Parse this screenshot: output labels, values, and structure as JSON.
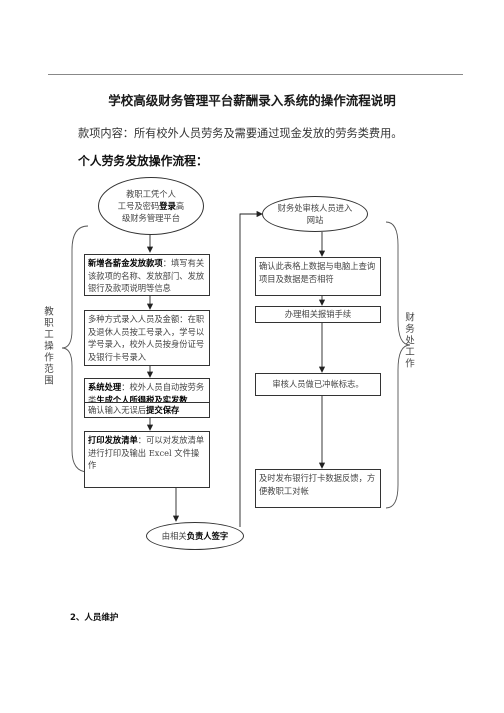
{
  "document": {
    "title": "学校高级财务管理平台薪酬录入系统的操作流程说明",
    "intro": "款项内容：所有校外人员劳务及需要通过现金发放的劳务类费用。",
    "subhead": "个人劳务发放操作流程：",
    "section2": "2、人员维护"
  },
  "flowchart": {
    "start_line1": "教职工凭个人",
    "start_line2_pre": "工号及密码",
    "start_line2_bold": "登录",
    "start_line2_post": "高",
    "start_line3": "级财务管理平台",
    "left_scope_label": "教职工操作范围",
    "right_scope_label": "财务处工作",
    "step1_bold": "新增各薪金发放款项",
    "step1_text": "：填写有关该款项的名称、发放部门、发放银行及款项说明等信息",
    "step2_text": "多种方式录入人员及金额：在职及退休人员按工号录入，学号以学号录入，校外人员按身份证号及银行卡号录入",
    "step3_bold": "系统处理",
    "step3_text": "：校外人员自动按劳务类",
    "step3_bold2": "生成个人所得税及实发数",
    "step4_text": "确认输入无误后",
    "step4_bold": "提交保存",
    "step5_bold": "打印发放清单",
    "step5_text": "：可以对发放清单进行打印及输出 Excel 文件操作",
    "end_text": "由相关",
    "end_bold": "负责人签字",
    "fin_start": "财务处审核人员进入网站",
    "fin_step1": "确认此表格上数据与电脑上查询项目及数据是否相符",
    "fin_step2": "办理相关报销手续",
    "fin_step3": "审核人员做已冲帐标志。",
    "fin_step4": "及时发布银行打卡数据反馈，方便教职工对帐"
  }
}
